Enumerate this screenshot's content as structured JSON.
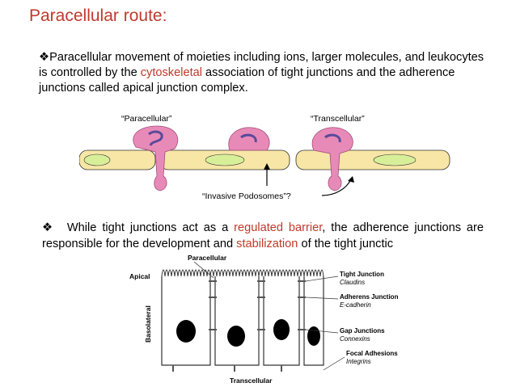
{
  "title": "Paracellular route:",
  "bullet1": {
    "marker": "❖",
    "before": "Paracellular movement of moieties including ions, larger molecules, and leukocytes is controlled by the ",
    "highlight": "cytoskeletal",
    "after": " association of tight junctions and the adherence junctions called apical junction complex."
  },
  "figure1": {
    "label_left": "“Paracellular”",
    "label_right": "“Transcellular”",
    "label_bottom": "“Invasive Podosomes”?"
  },
  "bullet2": {
    "marker": "❖",
    "part1": "While tight junctions act as a ",
    "hl1": "regulated barrier",
    "part2": ", the adherence junctions are responsible for the development and ",
    "hl2": "stabilization",
    "part3": " of the tight junctic"
  },
  "figure2": {
    "top_label": "Paracellular",
    "bottom_label": "Transcellular",
    "apical": "Apical",
    "basolateral": "Basolateral",
    "legend": [
      {
        "name": "Tight Junction",
        "sub": "Claudins"
      },
      {
        "name": "Adherens Junction",
        "sub": "E-cadherin"
      },
      {
        "name": "Gap Junctions",
        "sub": "Connexins"
      },
      {
        "name": "Focal Adhesions",
        "sub": "Integrins"
      }
    ]
  },
  "colors": {
    "accent": "#c0392b",
    "cell": "#f7e6a6",
    "nucleus": "#d8ef9a",
    "leukocyte": "#e88ab8"
  }
}
